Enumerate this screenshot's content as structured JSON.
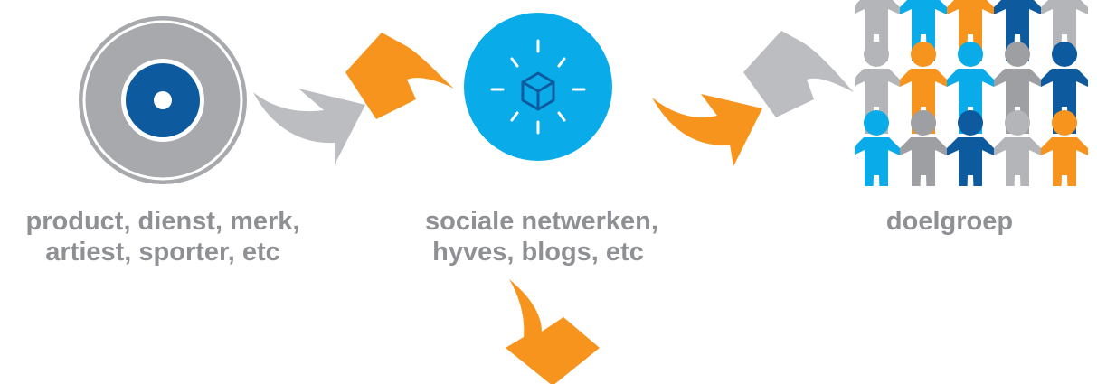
{
  "nodes": [
    {
      "id": "product",
      "label_lines": [
        "product, dienst, merk,",
        "artiest, sporter, etc"
      ],
      "icon": "disc-icon"
    },
    {
      "id": "social",
      "label_lines": [
        "sociale netwerken,",
        "hyves, blogs, etc"
      ],
      "icon": "cube-burst-icon"
    },
    {
      "id": "audience",
      "label_lines": [
        "doelgroep"
      ],
      "icon": "people-crowd-icon"
    }
  ],
  "colors": {
    "label_gray": "#8f9094",
    "arrow_gray": "#bcbdc0",
    "arrow_orange": "#f7941d",
    "disc_outer": "#a7a9ac",
    "disc_blue": "#0d5a9e",
    "social_blue": "#0aabe9",
    "people": [
      "#b3b5b8",
      "#0aabe9",
      "#f7941d",
      "#0d5a9e",
      "#9d9fa2"
    ]
  }
}
